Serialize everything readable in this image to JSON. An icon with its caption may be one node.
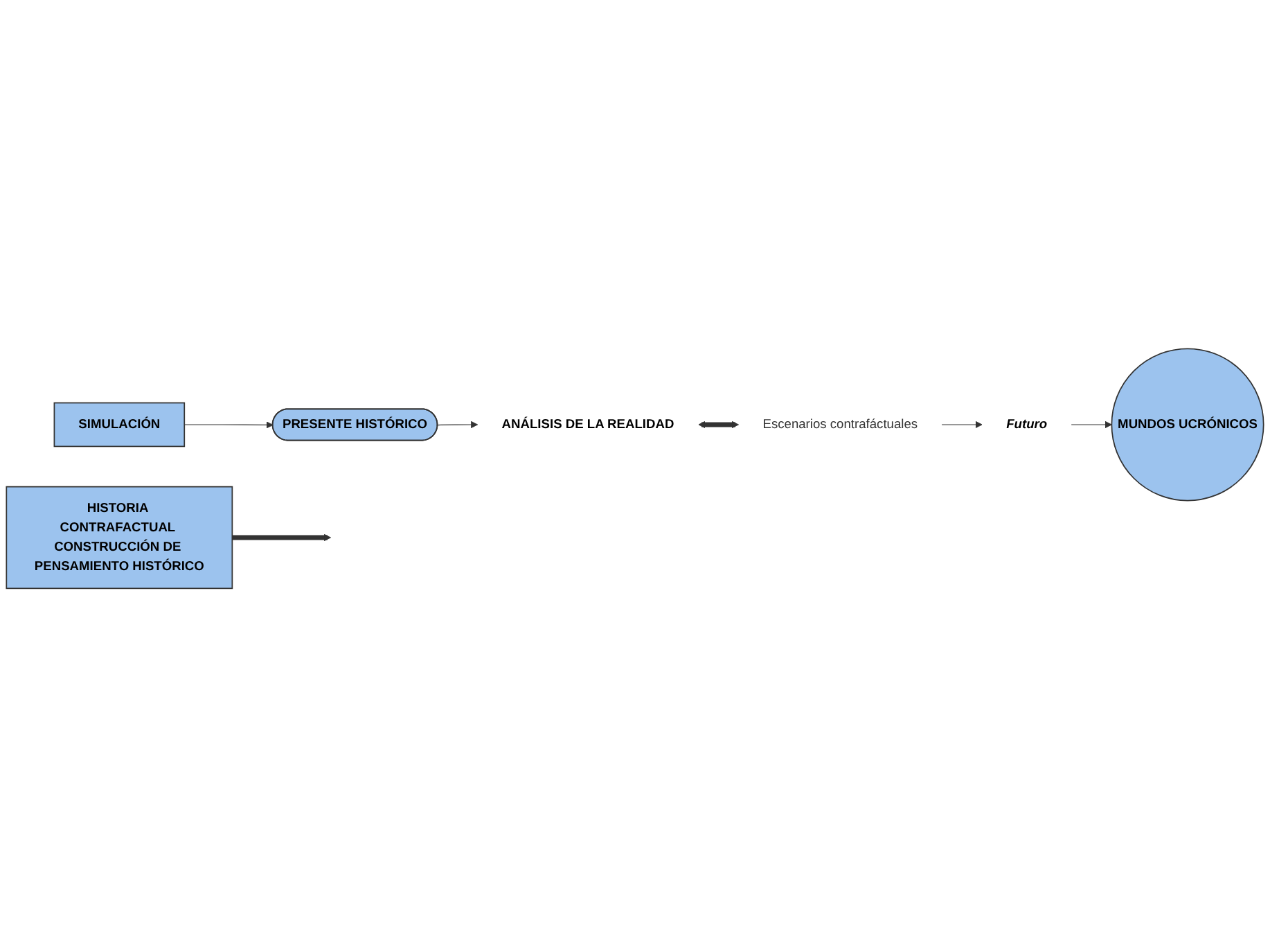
{
  "diagram": {
    "nodes": [
      {
        "text": [
          "SIMULACIÓN"
        ]
      },
      {
        "text": [
          "PRESENTE HISTÓRICO"
        ]
      },
      {
        "text": [
          "ANÁLISIS DE LA REALIDAD"
        ]
      },
      {
        "text": [
          "Escenarios contrafáctuales"
        ]
      },
      {
        "text": [
          "Futuro"
        ]
      },
      {
        "text": [
          "MUNDOS UCRÓNICOS"
        ]
      },
      {
        "text": [
          "HISTORIA CONTRAFACTUAL CONSTRUCCIÓN DE PENSAMIENTO HISTÓRICO"
        ]
      }
    ],
    "edges": [
      {
        "from": 0,
        "to": 1,
        "arrow": "to"
      },
      {
        "from": 1,
        "to": 2,
        "arrow": "to"
      },
      {
        "from": 2,
        "to": 3,
        "arrow": "both",
        "style": "thick"
      },
      {
        "from": 3,
        "to": 4,
        "arrow": "to"
      },
      {
        "from": 4,
        "to": 5,
        "arrow": "to"
      },
      {
        "from": 6,
        "to": null,
        "arrow": "to",
        "style": "thick"
      }
    ]
  }
}
